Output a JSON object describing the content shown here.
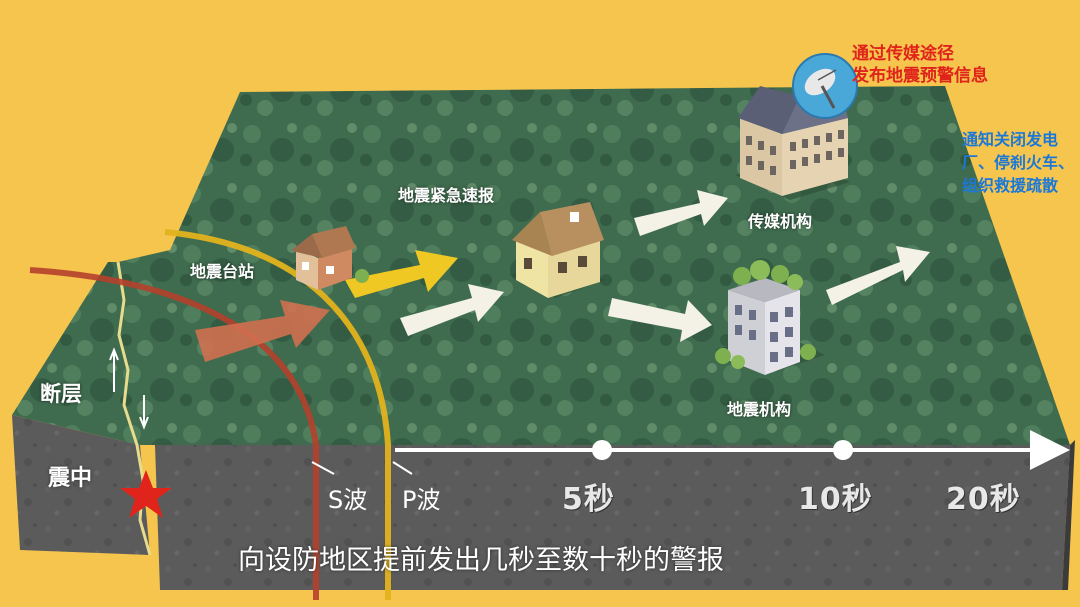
{
  "labels": {
    "fault": "断层",
    "epicenter": "震中",
    "station": "地震台站",
    "express": "地震紧急速报",
    "media": "传媒机构",
    "seismic_agency": "地震机构",
    "media_notice_line1": "通过传媒途径",
    "media_notice_line2": "发布地震预警信息",
    "notify": "通知关闭发电厂、停刹火车、组织救援疏散",
    "s_wave": "S波",
    "p_wave": "P波",
    "tick_5": "5秒",
    "tick_10": "10秒",
    "tick_20": "20秒",
    "caption": "向设防地区提前发出几秒至数十秒的警报"
  },
  "colors": {
    "background": "#f6c54e",
    "ground": "#3f6b4e",
    "rock": "#5b5b5b",
    "s_wave": "#b5402b",
    "p_wave": "#e2b31e",
    "notice_red": "#e0241b",
    "notice_blue": "#1b78d6",
    "epicenter_star": "#e0241b"
  },
  "icons": [
    "house-icon",
    "school-building-icon",
    "office-building-icon",
    "satellite-dish-icon",
    "epicenter-star-icon",
    "arrow-icon"
  ]
}
